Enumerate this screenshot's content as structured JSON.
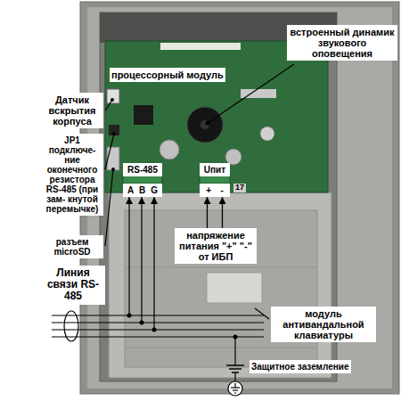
{
  "diagram": {
    "nodes": [
      {
        "text": [
          "встроенный динамик звукового оповещения"
        ]
      },
      {
        "text": [
          "процессорный модуль"
        ]
      },
      {
        "text": [
          "Датчик вскрытия корпуса"
        ]
      },
      {
        "text": [
          "JP1 подключе- ние оконечного резистора RS-485 (при зам- кнутой перемычке)"
        ]
      },
      {
        "text": [
          "RS-485"
        ]
      },
      {
        "text": [
          "A",
          "B",
          "G"
        ]
      },
      {
        "text": [
          "Uпит"
        ]
      },
      {
        "text": [
          "+",
          "-"
        ]
      },
      {
        "text": [
          "разъем microSD"
        ]
      },
      {
        "text": [
          "напряжение питания \"+\" \"-\" от ИБП"
        ]
      },
      {
        "text": [
          "Линия связи RS-485"
        ]
      },
      {
        "text": [
          "модуль антивандальной клавиатуры"
        ]
      },
      {
        "text": [
          "Защитное заземление"
        ]
      }
    ],
    "edges": [
      {
        "from": 9,
        "to": 7,
        "arrow": "to"
      },
      {
        "from": 9,
        "to": 7,
        "arrow": "to"
      }
    ],
    "labels": [
      "17"
    ]
  }
}
